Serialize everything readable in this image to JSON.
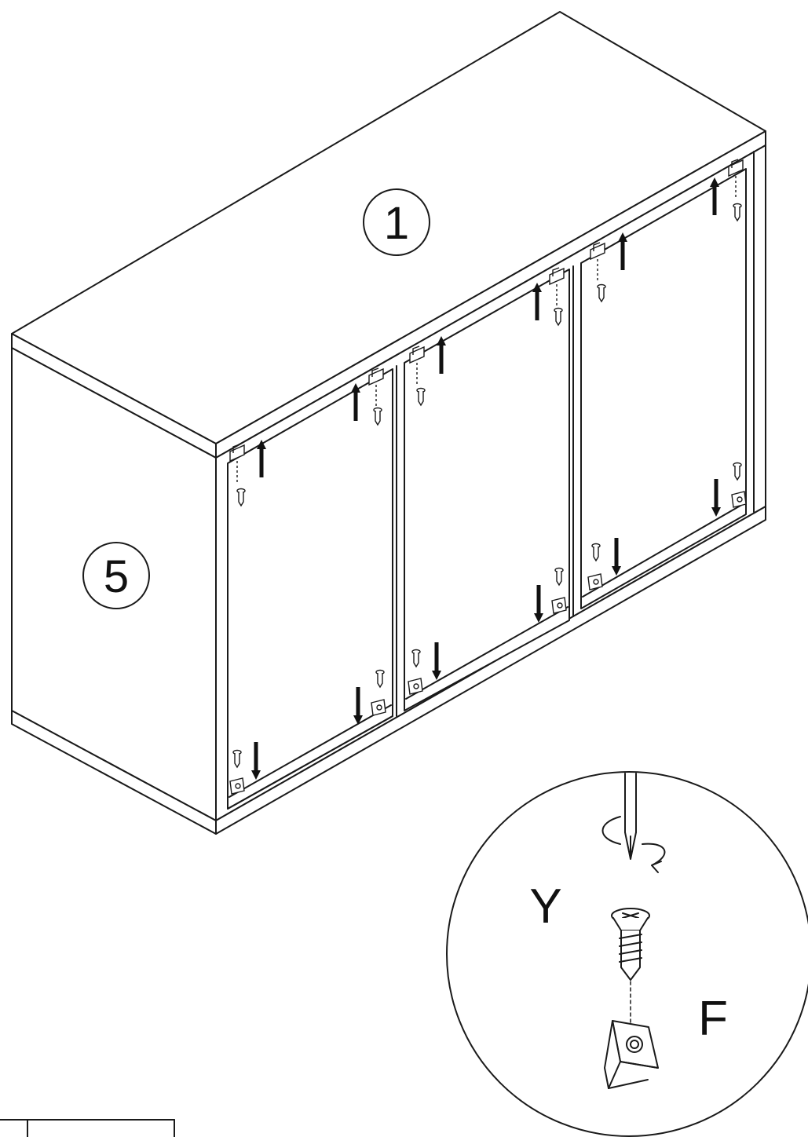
{
  "part_labels": {
    "top_panel": "1",
    "side_panel": "5"
  },
  "detail": {
    "tool_label": "Y",
    "bracket_label": "F"
  },
  "colors": {
    "line": "#1a1a1a",
    "background": "#ffffff"
  },
  "icons": {
    "arrow_up": "arrow-up-icon",
    "arrow_down": "arrow-down-icon",
    "screw": "screw-icon",
    "bracket": "angle-bracket-icon"
  }
}
